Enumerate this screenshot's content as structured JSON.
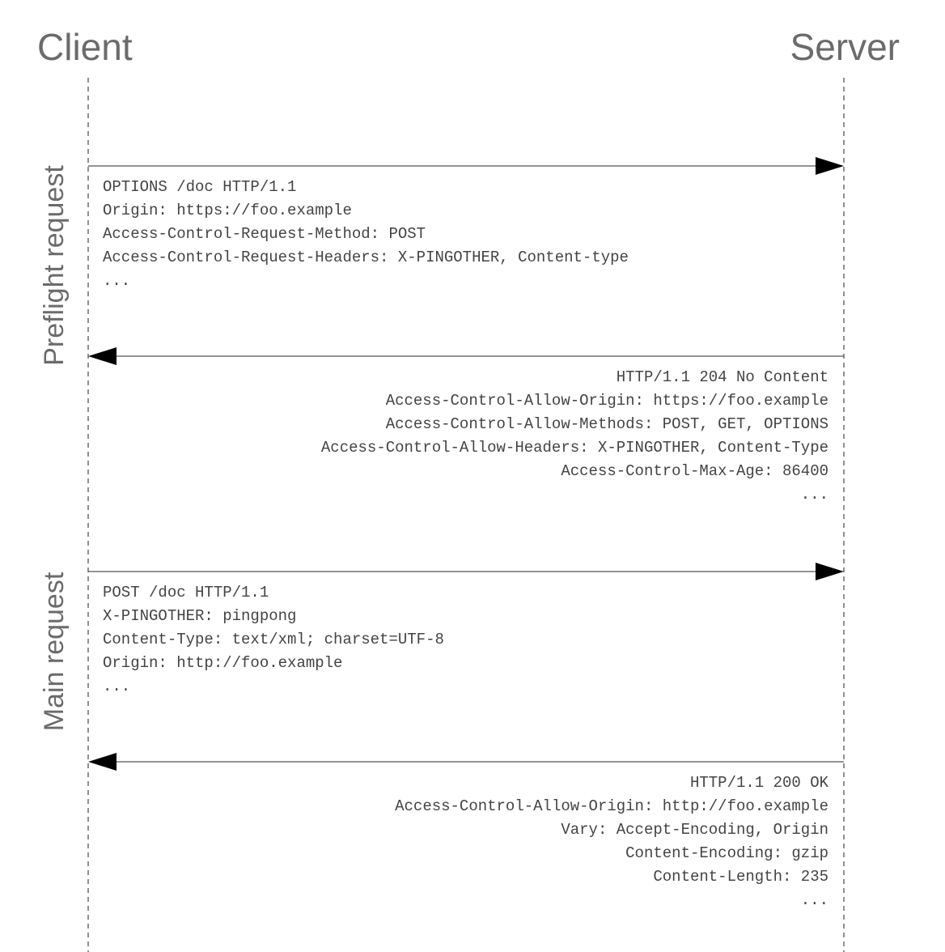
{
  "actors": {
    "client": "Client",
    "server": "Server"
  },
  "phases": [
    {
      "label": "Preflight request"
    },
    {
      "label": "Main request"
    }
  ],
  "messages": [
    {
      "direction": "client-to-server",
      "lines": [
        "OPTIONS /doc HTTP/1.1",
        "Origin: https://foo.example",
        "Access-Control-Request-Method: POST",
        "Access-Control-Request-Headers: X-PINGOTHER, Content-type",
        "..."
      ]
    },
    {
      "direction": "server-to-client",
      "lines": [
        "HTTP/1.1 204 No Content",
        "Access-Control-Allow-Origin: https://foo.example",
        "Access-Control-Allow-Methods: POST, GET, OPTIONS",
        "Access-Control-Allow-Headers: X-PINGOTHER, Content-Type",
        "Access-Control-Max-Age: 86400",
        "..."
      ]
    },
    {
      "direction": "client-to-server",
      "lines": [
        "POST /doc HTTP/1.1",
        "X-PINGOTHER: pingpong",
        "Content-Type: text/xml; charset=UTF-8",
        "Origin: http://foo.example",
        "..."
      ]
    },
    {
      "direction": "server-to-client",
      "lines": [
        "HTTP/1.1 200 OK",
        "Access-Control-Allow-Origin: http://foo.example",
        "Vary: Accept-Encoding, Origin",
        "Content-Encoding: gzip",
        "Content-Length: 235",
        "..."
      ]
    }
  ]
}
